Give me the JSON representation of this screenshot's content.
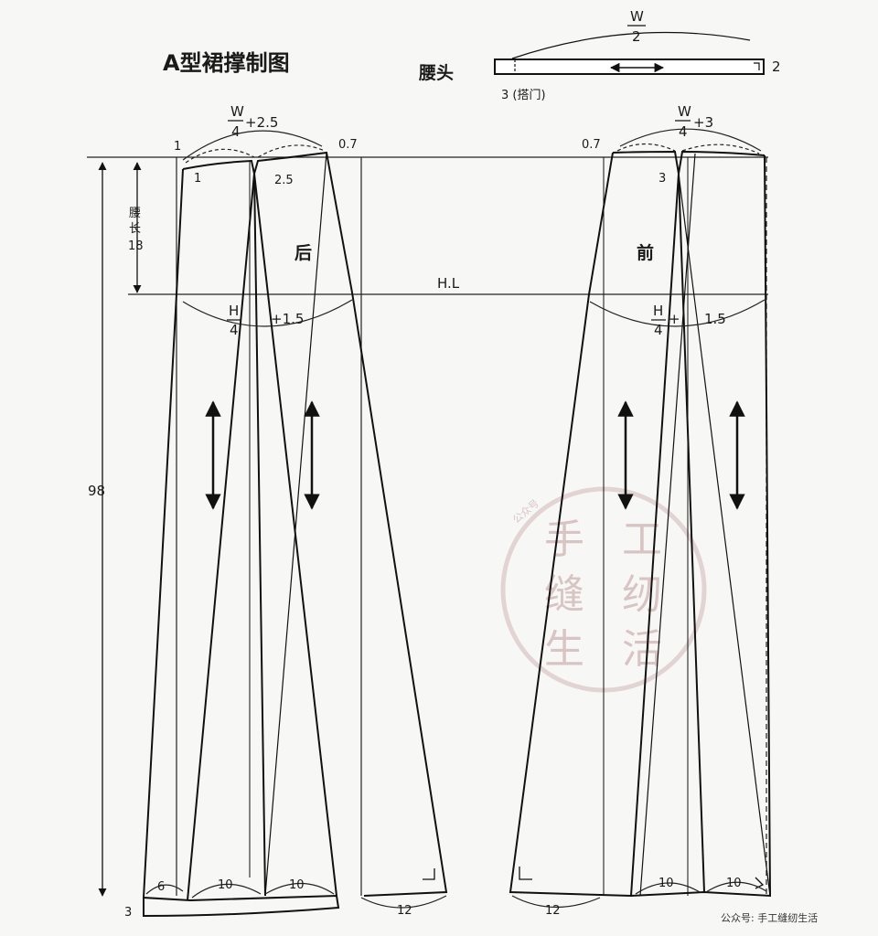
{
  "title": "A型裙撑制图",
  "waistband": {
    "label": "腰头",
    "width_formula_num": "W",
    "width_formula_den": "2",
    "right_mark": "2",
    "overlap_mark": "3 (搭门)"
  },
  "back": {
    "label": "后",
    "waist_num": "W",
    "waist_den": "4",
    "waist_add": "+2.5",
    "mark_1a": "1",
    "mark_1b": "1",
    "mark_dart": "2.5",
    "mark_07": "0.7",
    "hip_num": "H",
    "hip_den": "4",
    "hip_add": "+1.5",
    "hem_6": "6",
    "hem_3": "3",
    "hem_10a": "10",
    "hem_10b": "10",
    "hem_12": "12"
  },
  "front": {
    "label": "前",
    "waist_num": "W",
    "waist_den": "4",
    "waist_add": "+3",
    "mark_07": "0.7",
    "mark_3": "3",
    "hip_num": "H",
    "hip_den": "4",
    "hip_plus": "+",
    "hip_add": "1.5",
    "hem_12": "12",
    "hem_10a": "10",
    "hem_10b": "10"
  },
  "dimensions": {
    "waist_length_label": "腰长",
    "waist_length_chars": [
      "腰",
      "长"
    ],
    "waist_length_value": "18",
    "total_length": "98",
    "hip_line": "H.L"
  },
  "watermark": {
    "small": "公众号",
    "chars": [
      "手",
      "工",
      "缝",
      "纫",
      "生",
      "活"
    ]
  },
  "footer": "公众号: 手工缝纫生活"
}
